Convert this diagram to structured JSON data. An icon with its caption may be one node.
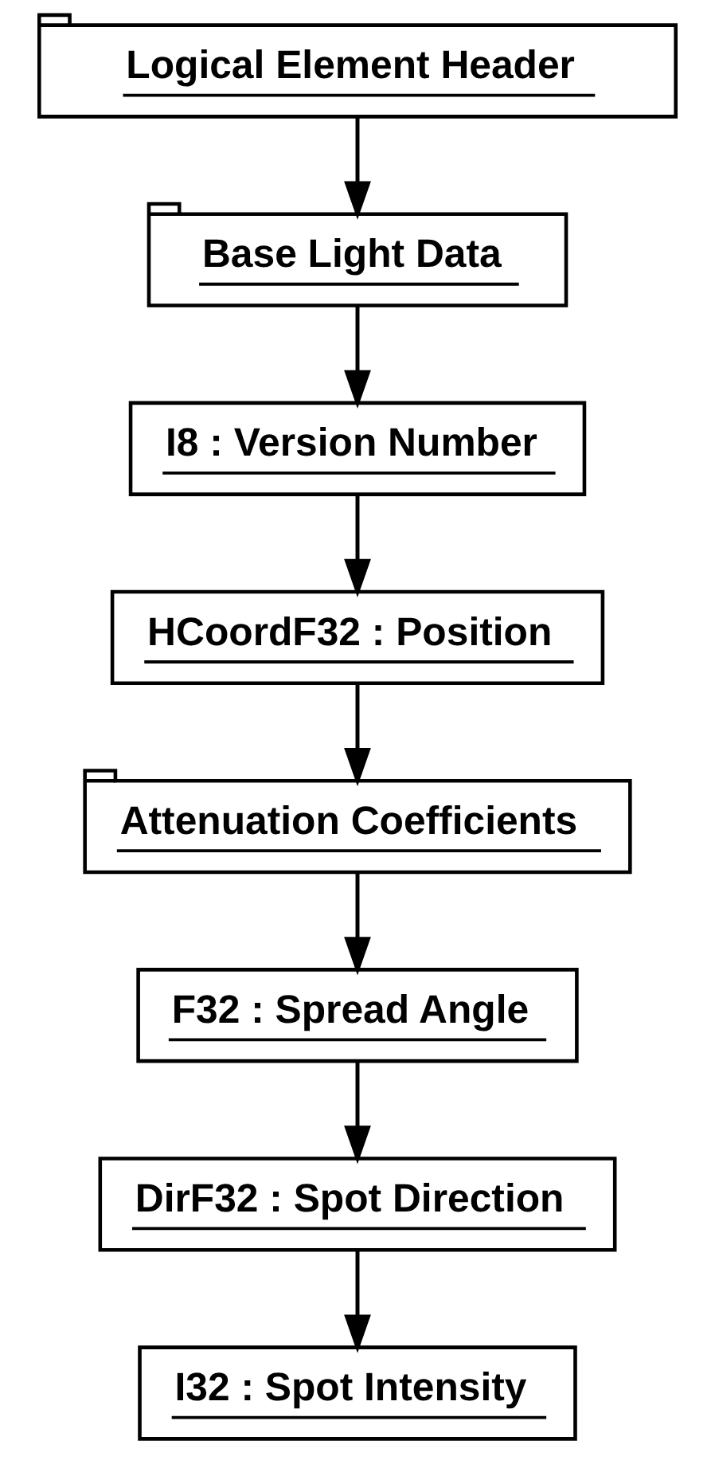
{
  "diagram": {
    "nodes": [
      {
        "text": [
          "Logical Element Header"
        ]
      },
      {
        "text": [
          "Base Light Data"
        ]
      },
      {
        "text": [
          "I8 : Version Number"
        ]
      },
      {
        "text": [
          "HCoordF32 : Position"
        ]
      },
      {
        "text": [
          "Attenuation Coefficients"
        ]
      },
      {
        "text": [
          "F32 : Spread Angle"
        ]
      },
      {
        "text": [
          "DirF32 : Spot Direction"
        ]
      },
      {
        "text": [
          "I32 : Spot Intensity"
        ]
      }
    ],
    "edges": [
      {
        "from": 0,
        "to": 1,
        "arrow": "to"
      },
      {
        "from": 1,
        "to": 2,
        "arrow": "to"
      },
      {
        "from": 2,
        "to": 3,
        "arrow": "to"
      },
      {
        "from": 3,
        "to": 4,
        "arrow": "to"
      },
      {
        "from": 4,
        "to": 5,
        "arrow": "to"
      },
      {
        "from": 5,
        "to": 6,
        "arrow": "to"
      },
      {
        "from": 6,
        "to": 7,
        "arrow": "to"
      }
    ]
  }
}
